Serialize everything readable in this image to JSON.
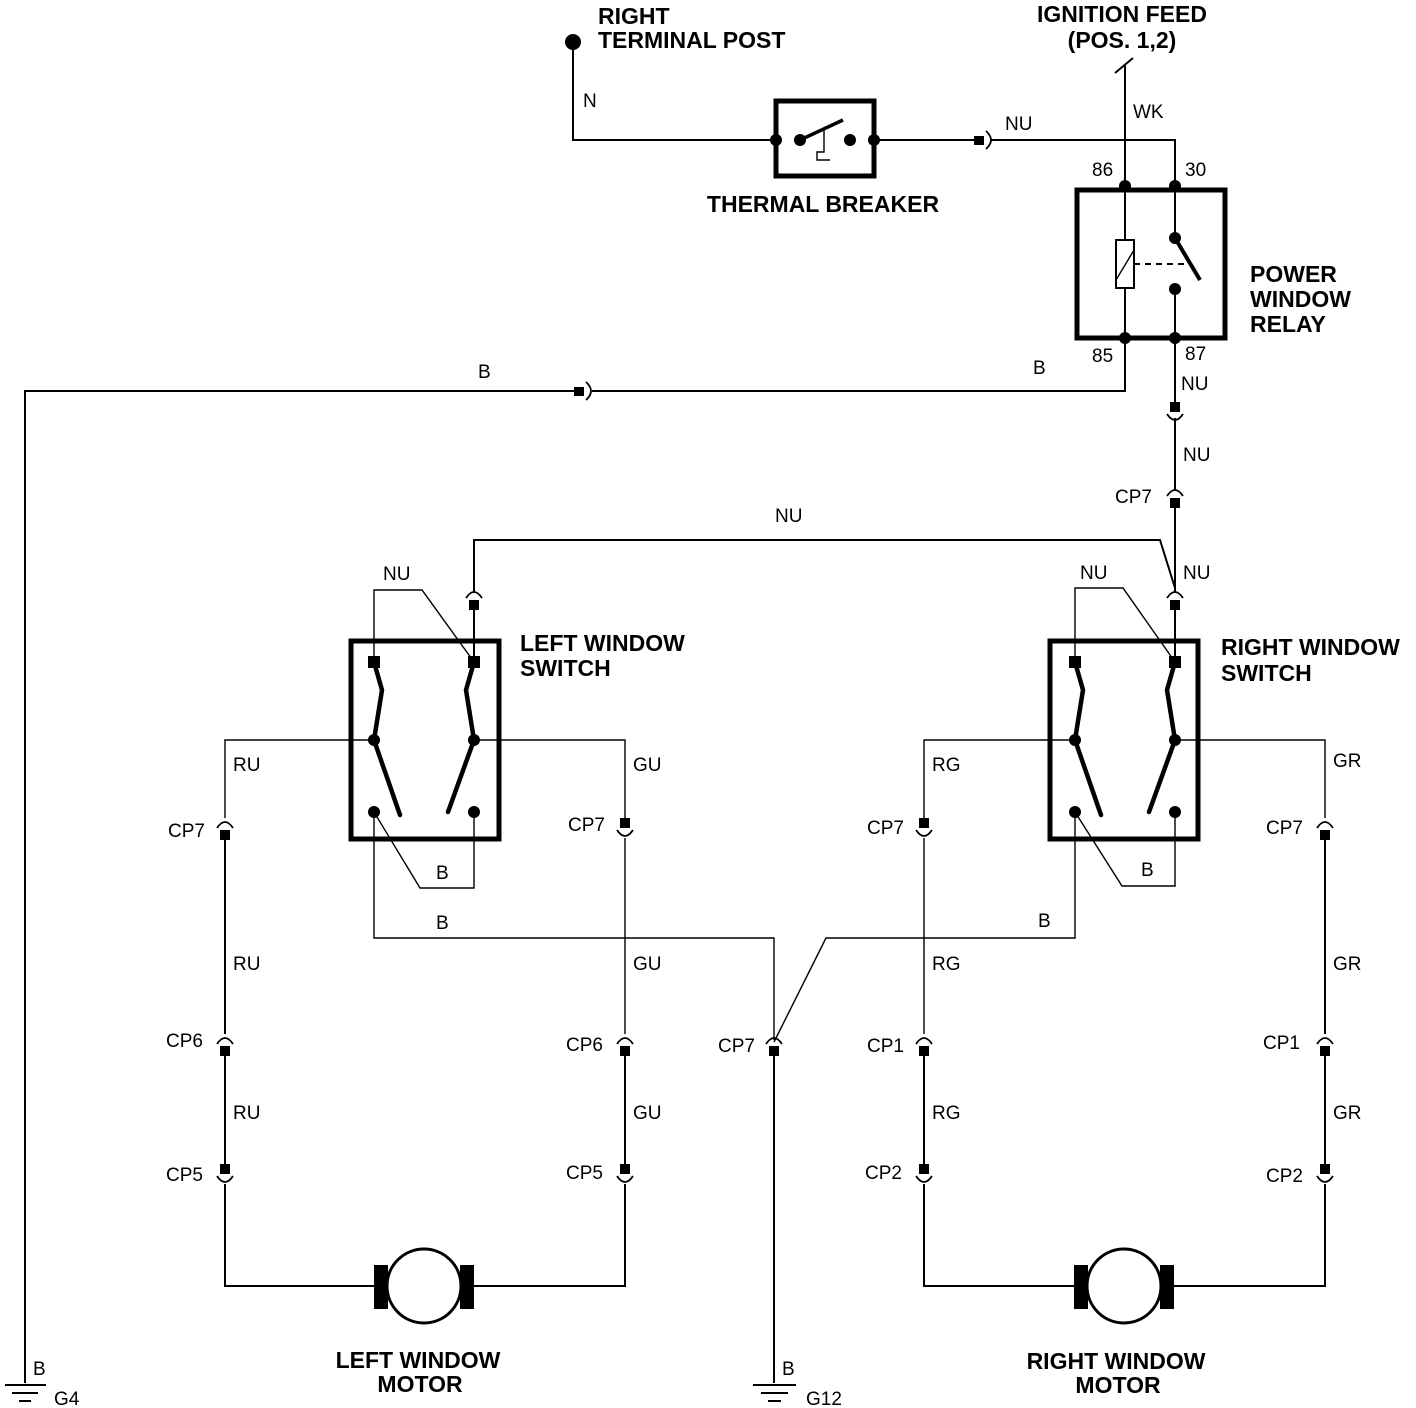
{
  "titles": {
    "right_terminal_post": [
      "RIGHT",
      "TERMINAL POST"
    ],
    "ignition_feed": [
      "IGNITION FEED",
      "(POS. 1,2)"
    ],
    "thermal_breaker": "THERMAL BREAKER",
    "power_window_relay": [
      "POWER",
      "WINDOW",
      "RELAY"
    ],
    "left_window_switch": [
      "LEFT WINDOW",
      "SWITCH"
    ],
    "right_window_switch": [
      "RIGHT WINDOW",
      "SWITCH"
    ],
    "left_window_motor": [
      "LEFT WINDOW",
      "MOTOR"
    ],
    "right_window_motor": [
      "RIGHT WINDOW",
      "MOTOR"
    ]
  },
  "relay_pins": {
    "p86": "86",
    "p30": "30",
    "p85": "85",
    "p87": "87"
  },
  "wires": {
    "n": "N",
    "nu_breaker": "NU",
    "wk": "WK",
    "b_ground": "B",
    "b_relay": "B",
    "nu_87": "NU",
    "nu_mid": "NU",
    "nu_top": "NU",
    "nu_left_sw": "NU",
    "nu_right_sw_in": "NU",
    "nu_right_sw_feed": "NU",
    "ru1": "RU",
    "ru2": "RU",
    "ru3": "RU",
    "gu1": "GU",
    "gu2": "GU",
    "gu3": "GU",
    "b_left_sw": "B",
    "b_left_bus": "B",
    "b_right_sw": "B",
    "b_right_bus": "B",
    "rg1": "RG",
    "rg2": "RG",
    "rg3": "RG",
    "gr1": "GR",
    "gr2": "GR",
    "gr3": "GR",
    "b_g4": "B",
    "b_g12": "B"
  },
  "connectors": {
    "cp7_relay": "CP7",
    "cp7_ru": "CP7",
    "cp6_ru": "CP6",
    "cp5_ru": "CP5",
    "cp7_gu": "CP7",
    "cp6_gu": "CP6",
    "cp5_gu": "CP5",
    "cp7_ground": "CP7",
    "cp7_rg": "CP7",
    "cp1_rg": "CP1",
    "cp2_rg": "CP2",
    "cp7_gr": "CP7",
    "cp1_gr": "CP1",
    "cp2_gr": "CP2"
  },
  "grounds": {
    "g4": "G4",
    "g12": "G12"
  }
}
